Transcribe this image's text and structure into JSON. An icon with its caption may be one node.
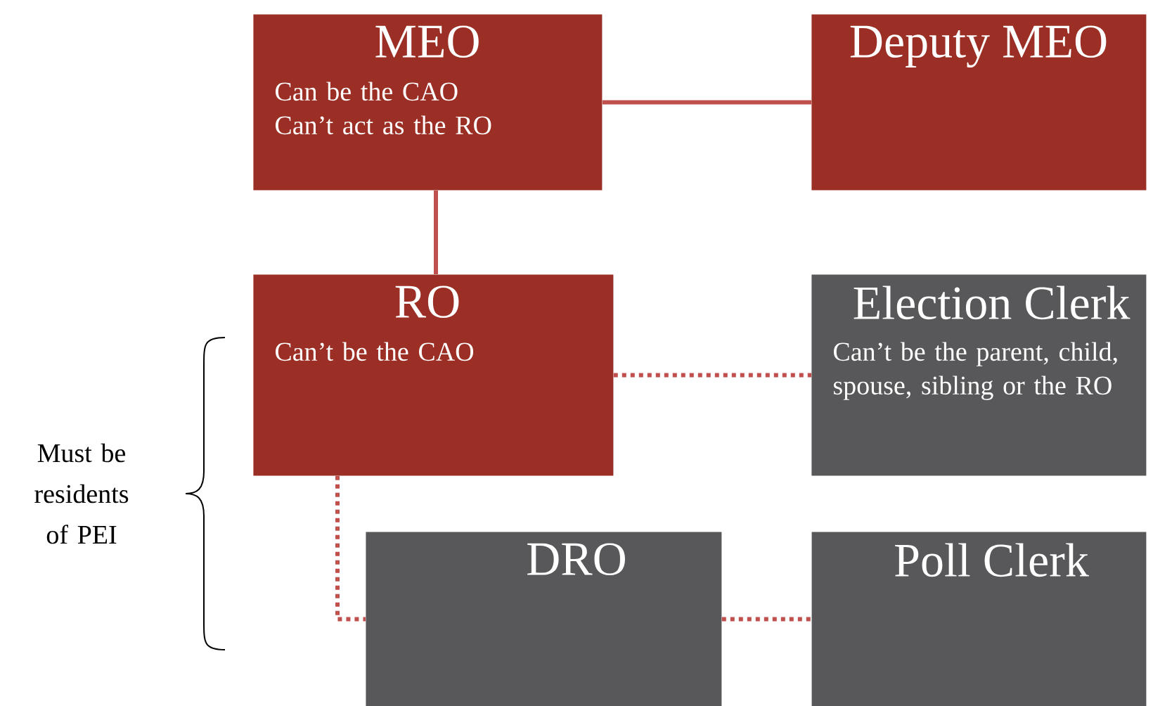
{
  "diagram": {
    "nodes": [
      {
        "text": [
          "MEO",
          "Can be the CAO",
          "Can’t act as the RO"
        ]
      },
      {
        "text": [
          "Deputy MEO"
        ]
      },
      {
        "text": [
          "RO",
          "Can’t be the CAO"
        ]
      },
      {
        "text": [
          "Election Clerk",
          "Can’t be the parent, child, spouse, sibling or the RO"
        ]
      },
      {
        "text": [
          "DRO"
        ]
      },
      {
        "text": [
          "Poll Clerk"
        ]
      }
    ],
    "edges": [
      {
        "from": 0,
        "to": 1,
        "arrow": "none"
      },
      {
        "from": 0,
        "to": 2,
        "arrow": "none"
      },
      {
        "from": 2,
        "to": 3,
        "arrow": "none",
        "style": "dashed"
      },
      {
        "from": 2,
        "to": 4,
        "arrow": "none",
        "style": "dashed"
      },
      {
        "from": 4,
        "to": 5,
        "arrow": "none",
        "style": "dashed"
      }
    ],
    "labels": [
      "Must be residents of PEI"
    ]
  }
}
